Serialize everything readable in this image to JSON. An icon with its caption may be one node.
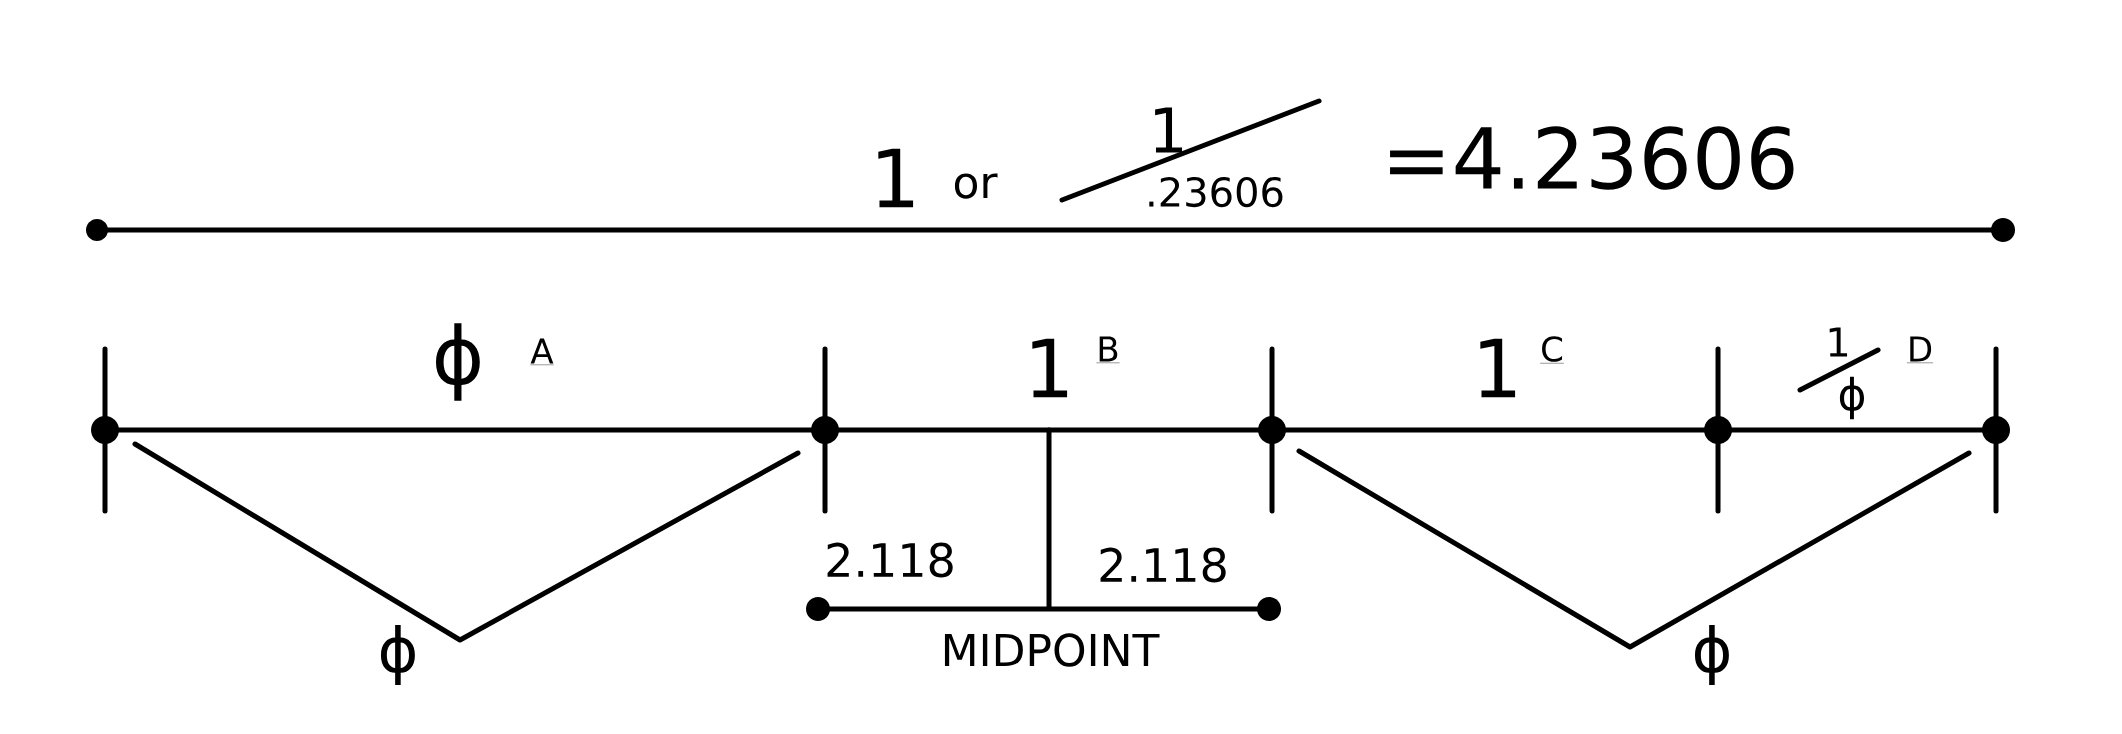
{
  "diagram": {
    "labels": [
      "1",
      "or",
      "1",
      ".23606",
      "=4.23606",
      "ϕ",
      "A",
      "1",
      "B",
      "1",
      "C",
      "1",
      "ϕ",
      "D",
      "2.118",
      "2.118",
      "MIDPOINT",
      "ϕ",
      "ϕ"
    ]
  }
}
